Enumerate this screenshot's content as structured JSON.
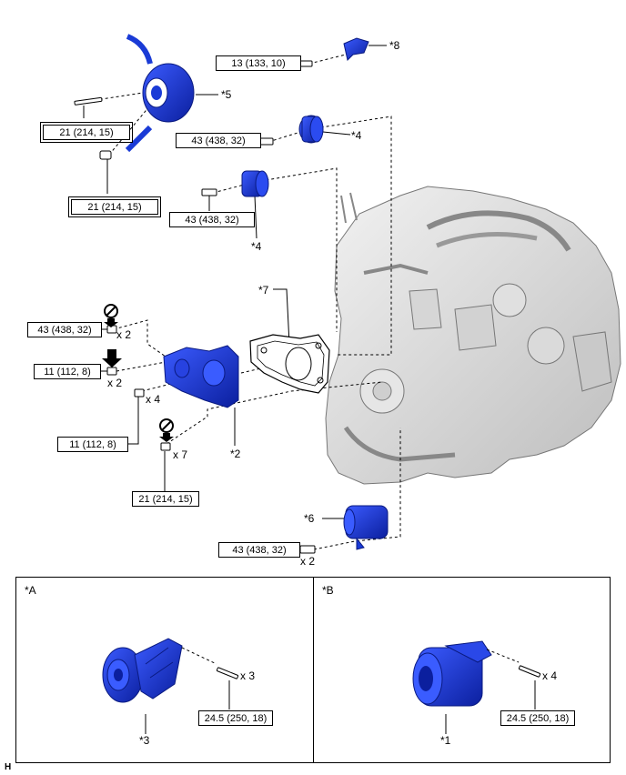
{
  "torques": {
    "t8": "13 (133, 10)",
    "t5a": "21 (214, 15)",
    "t5b": "21 (214, 15)",
    "t4a": "43 (438, 32)",
    "t4b": "43 (438, 32)",
    "t_ns": "43 (438, 32)",
    "t_arrow": "11 (112, 8)",
    "t_x4": "11 (112, 8)",
    "t_x7": "21 (214, 15)",
    "t6": "43 (438, 32)",
    "tA": "24.5 (250, 18)",
    "tB": "24.5 (250, 18)"
  },
  "callouts": {
    "c8": "*8",
    "c5": "*5",
    "c4a": "*4",
    "c4b": "*4",
    "c7": "*7",
    "c2": "*2",
    "c6": "*6",
    "c3": "*3",
    "c1": "*1"
  },
  "quantities": {
    "q_ns": "x 2",
    "q_arrow": "x 2",
    "q_x4": "x 4",
    "q_x7": "x 7",
    "q_6": "x 2",
    "qA": "x 3",
    "qB": "x 4"
  },
  "panels": {
    "a_title": "*A",
    "b_title": "*B"
  },
  "figure_code": "H",
  "colors": {
    "part_blue": "#1a3bd6",
    "engine_gray": "#d9d9d9"
  }
}
